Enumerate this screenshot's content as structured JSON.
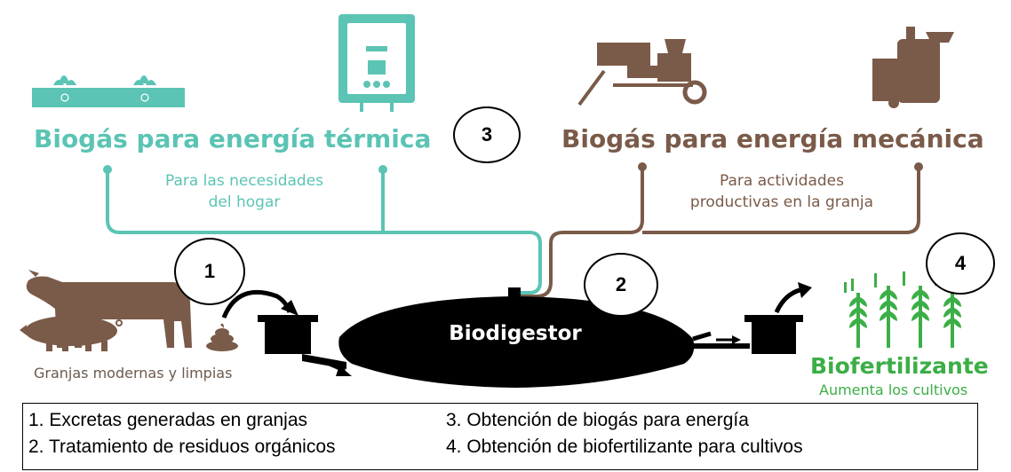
{
  "thermal": {
    "title": "Biogás para energía térmica",
    "subtitle_line1": "Para las necesidades",
    "subtitle_line2": "del hogar",
    "color": "#5bc4b4"
  },
  "mechanical": {
    "title": "Biogás para energía mecánica",
    "subtitle_line1": "Para actividades",
    "subtitle_line2": "productivas en la granja",
    "color": "#7a5a48"
  },
  "farms_label": "Granjas modernas y limpias",
  "digester_label": "Biodigestor",
  "biofertilizer": {
    "title": "Biofertilizante",
    "subtitle": "Aumenta los cultivos",
    "color": "#3cae47"
  },
  "markers": {
    "1": "1",
    "2": "2",
    "3": "3",
    "4": "4"
  },
  "legend": [
    "1. Excretas generadas en granjas",
    "2. Tratamiento de residuos orgánicos",
    "3. Obtención de biogás para energía",
    "4. Obtención de biofertilizante para cultivos"
  ],
  "icons": [
    "stove-icon",
    "water-heater-icon",
    "grinder-machine-icon",
    "milking-machine-icon",
    "cow-icon",
    "pig-icon",
    "manure-icon",
    "wheat-plants-icon"
  ]
}
